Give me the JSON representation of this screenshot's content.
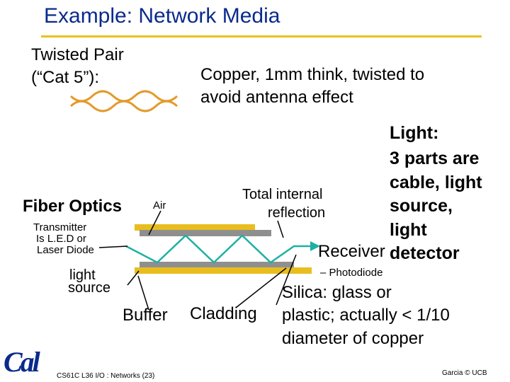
{
  "slide": {
    "title": "Example: Network Media",
    "twisted_pair_label_line1": "Twisted Pair",
    "twisted_pair_label_line2": "(“Cat 5”):",
    "copper_desc_line1": "Copper, 1mm think, twisted to",
    "copper_desc_line2": "avoid antenna effect",
    "fiber_optics_label": "Fiber Optics",
    "air_label": "Air",
    "transmitter_line1": "Transmitter",
    "transmitter_line2": "Is L.E.D or",
    "transmitter_line3": "Laser Diode",
    "light_source_line1": "light",
    "light_source_line2": "source",
    "tir_line1": "Total internal",
    "tir_line2": "reflection",
    "light_parts_line1": "Light:",
    "light_parts_line2": "3 parts are",
    "light_parts_line3": "cable, light",
    "light_parts_line4": "source,",
    "light_parts_line5": "light",
    "receiver_label": "Receiver",
    "detector_label": "detector",
    "photodiode_label": "– Photodiode",
    "buffer_label": "Buffer",
    "cladding_label": "Cladding",
    "silica_line1": "Silica: glass or",
    "silica_line2": "plastic; actually < 1/10",
    "silica_line3": "diameter of copper",
    "footer_left": "CS61C L36 I/O : Networks (23)",
    "footer_right": "Garcia © UCB",
    "logo_text": "Cal"
  },
  "colors": {
    "title": "#0a2a8c",
    "rule": "#e9c21a",
    "wire": "#e39b2b",
    "fiber_gold": "#e9bd1e",
    "fiber_gray": "#8f8f8f",
    "light_ray": "#1fb0a3",
    "logo": "#0a2a8c"
  }
}
